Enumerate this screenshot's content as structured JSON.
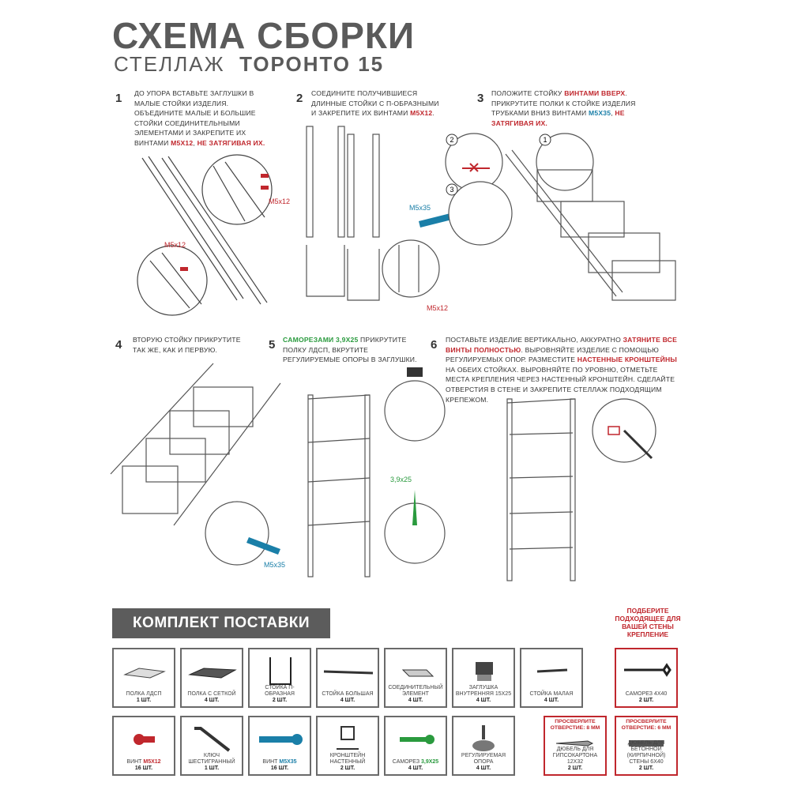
{
  "header": {
    "title": "СХЕМА СБОРКИ",
    "subtitle_prefix": "СТЕЛЛАЖ",
    "subtitle_model": "ТОРОНТО 15"
  },
  "steps": [
    {
      "num": "1",
      "text_a": "ДО УПОРА ВСТАВЬТЕ ЗАГЛУШКИ В МАЛЫЕ СТОЙКИ ИЗДЕЛИЯ. ОБЪЕДИНИТЕ МАЛЫЕ И БОЛЬШИЕ СТОЙКИ СОЕДИНИТЕЛЬНЫМИ ЭЛЕМЕНТАМИ И ЗАКРЕПИТЕ ИХ ВИНТАМИ ",
      "hl_a": "М5Х12",
      "text_b": ", ",
      "hl_b": "НЕ ЗАТЯГИВАЯ ИХ.",
      "callout1": "M5x12",
      "callout2": "M5x12"
    },
    {
      "num": "2",
      "text_a": "СОЕДИНИТЕ ПОЛУЧИВШИЕСЯ ДЛИННЫЕ СТОЙКИ С П-ОБРАЗНЫМИ И ЗАКРЕПИТЕ ИХ ВИНТАМИ ",
      "hl_a": "М5Х12",
      "text_b": ".",
      "callout1": "M5x35",
      "callout2": "M5x12"
    },
    {
      "num": "3",
      "text_a": "ПОЛОЖИТЕ СТОЙКУ ",
      "hl_a": "ВИНТАМИ ВВЕРХ",
      "text_b": ". ПРИКРУТИТЕ ПОЛКИ К СТОЙКЕ ИЗДЕЛИЯ ТРУБКАМИ ВНИЗ ВИНТАМИ ",
      "hl_b": "М5Х35",
      "text_c": ", ",
      "hl_c": "НЕ ЗАТЯГИВАЯ ИХ.",
      "badge1": "1",
      "badge2": "2",
      "badge3": "3"
    },
    {
      "num": "4",
      "text_a": "ВТОРУЮ СТОЙКУ ПРИКРУТИТЕ ТАК ЖЕ, КАК И ПЕРВУЮ.",
      "callout1": "M5x35"
    },
    {
      "num": "5",
      "hl_a": "САМОРЕЗАМИ 3,9Х25",
      "text_a": " ПРИКРУТИТЕ ПОЛКУ ЛДСП, ВКРУТИТЕ РЕГУЛИРУЕМЫЕ ОПОРЫ В ЗАГЛУШКИ.",
      "callout1": "3,9x25"
    },
    {
      "num": "6",
      "text_a": "ПОСТАВЬТЕ ИЗДЕЛИЕ ВЕРТИКАЛЬНО, АККУРАТНО ",
      "hl_a": "ЗАТЯНИТЕ ВСЕ ВИНТЫ ПОЛНОСТЬЮ",
      "text_b": ". ВЫРОВНЯЙТЕ ИЗДЕЛИЕ С ПОМОЩЬЮ РЕГУЛИРУЕМЫХ ОПОР. РАЗМЕСТИТЕ ",
      "hl_b": "НАСТЕННЫЕ КРОНШТЕЙНЫ",
      "text_c": " НА ОБЕИХ СТОЙКАХ. ВЫРОВНЯЙТЕ ПО УРОВНЮ, ОТМЕТЬТЕ МЕСТА КРЕПЛЕНИЯ ЧЕРЕЗ НАСТЕННЫЙ КРОНШТЕЙН. СДЕЛАЙТЕ ОТВЕРСТИЯ В СТЕНЕ И ЗАКРЕПИТЕ СТЕЛЛАЖ ПОДХОДЯЩИМ КРЕПЕЖОМ."
    }
  ],
  "kit": {
    "title": "КОМПЛЕКТ ПОСТАВКИ",
    "note": "ПОДБЕРИТЕ ПОДХОДЯЩЕЕ ДЛЯ ВАШЕЙ СТЕНЫ КРЕПЛЕНИЕ",
    "row1": [
      {
        "label": "ПОЛКА ЛДСП",
        "count": "1 шт.",
        "icon": "panel-icon"
      },
      {
        "label": "ПОЛКА С СЕТКОЙ",
        "count": "4 шт.",
        "icon": "mesh-shelf-icon"
      },
      {
        "label": "СТОЙКА П-ОБРАЗНАЯ",
        "count": "2 шт.",
        "icon": "u-post-icon"
      },
      {
        "label": "СТОЙКА БОЛЬШАЯ",
        "count": "4 шт.",
        "icon": "long-post-icon"
      },
      {
        "label": "СОЕДИНИТЕЛЬНЫЙ ЭЛЕМЕНТ",
        "count": "4 шт.",
        "icon": "connector-icon"
      },
      {
        "label": "ЗАГЛУШКА ВНУТРЕННЯЯ 15х25",
        "count": "4 шт.",
        "icon": "plug-icon"
      },
      {
        "label": "СТОЙКА МАЛАЯ",
        "count": "4 шт.",
        "icon": "short-post-icon"
      },
      {
        "label": "САМОРЕЗ 4х40",
        "count": "2 шт.",
        "icon": "wood-screw-icon"
      }
    ],
    "row2": [
      {
        "label_a": "ВИНТ ",
        "hl": "М5х12",
        "count": "16 шт.",
        "icon": "screw-m5x12-icon"
      },
      {
        "label_a": "КЛЮЧ ШЕСТИГРАННЫЙ",
        "hl": "",
        "count": "1 шт.",
        "icon": "hex-key-icon"
      },
      {
        "label_a": "ВИНТ ",
        "hl": "М5х35",
        "count": "16 шт.",
        "icon": "screw-m5x35-icon"
      },
      {
        "label_a": "КРОНШТЕЙН НАСТЕННЫЙ",
        "hl": "",
        "count": "2 шт.",
        "icon": "wall-bracket-icon"
      },
      {
        "label_a": "САМОРЕЗ ",
        "hl": "3,9х25",
        "count": "4 шт.",
        "icon": "screw-3-9x25-icon"
      },
      {
        "label_a": "РЕГУЛИРУЕМАЯ ОПОРА",
        "hl": "",
        "count": "4 шт.",
        "icon": "foot-icon"
      },
      {
        "note": "ПРОСВЕРЛИТЕ ОТВЕРСТИЕ: 8 мм",
        "label_a": "ДЮБЕЛЬ ДЛЯ ГИПСОКАРТОНА 12х32",
        "hl": "",
        "count": "2 шт.",
        "icon": "drywall-anchor-icon"
      },
      {
        "note": "ПРОСВЕРЛИТЕ ОТВЕРСТИЕ: 6 мм",
        "label_a": "ДЮБЕЛЬ ДЛЯ БЕТОННОЙ (КИРПИЧНОЙ) СТЕНЫ 6х40",
        "hl": "",
        "count": "2 шт.",
        "icon": "concrete-anchor-icon"
      }
    ]
  },
  "colors": {
    "accent_red": "#c0272d",
    "accent_teal": "#1a7fa8",
    "accent_green": "#2a9a3e",
    "banner_gray": "#5c5c5c"
  }
}
